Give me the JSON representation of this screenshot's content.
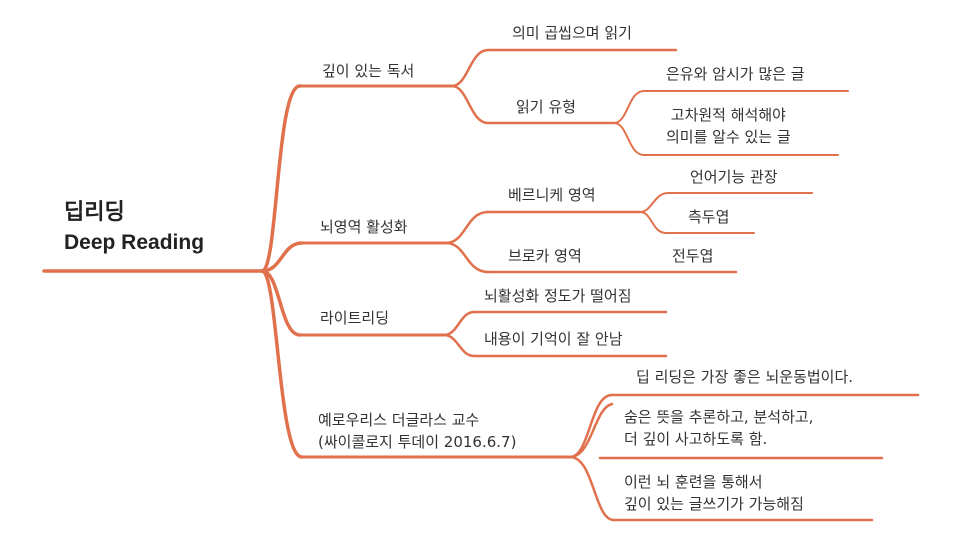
{
  "root": {
    "title_ko": "딥리딩",
    "title_en": "Deep Reading"
  },
  "branches": [
    {
      "label": "깊이 있는 독서",
      "children": [
        {
          "label": "의미 곱씹으며 읽기"
        },
        {
          "label": "읽기 유형",
          "children": [
            {
              "label": "은유와 암시가 많은 글"
            },
            {
              "lines": [
                "고차원적 해석해야",
                "의미를 알수 있는 글"
              ]
            }
          ]
        }
      ]
    },
    {
      "label": "뇌영역 활성화",
      "children": [
        {
          "label": "베르니케 영역",
          "children": [
            {
              "label": "언어기능 관장"
            },
            {
              "label": "측두엽"
            }
          ]
        },
        {
          "label": "브로카 영역",
          "children": [
            {
              "label": "전두엽"
            }
          ]
        }
      ]
    },
    {
      "label": "라이트리딩",
      "children": [
        {
          "label": "뇌활성화 정도가 떨어짐"
        },
        {
          "label": "내용이 기억이 잘 안남"
        }
      ]
    },
    {
      "lines": [
        "예로우리스 더글라스 교수",
        "(싸이콜로지 투데이 2016.6.7)"
      ],
      "children": [
        {
          "label": "딥 리딩은 가장 좋은 뇌운동법이다."
        },
        {
          "lines": [
            "숨은 뜻을 추론하고, 분석하고,",
            "더 깊이 사고하도록 함."
          ]
        },
        {
          "lines": [
            "이런 뇌 훈련을 통해서",
            "깊이 있는 글쓰기가 가능해짐"
          ]
        }
      ]
    }
  ],
  "colors": {
    "branch": "#e0714c",
    "text": "#333333"
  }
}
